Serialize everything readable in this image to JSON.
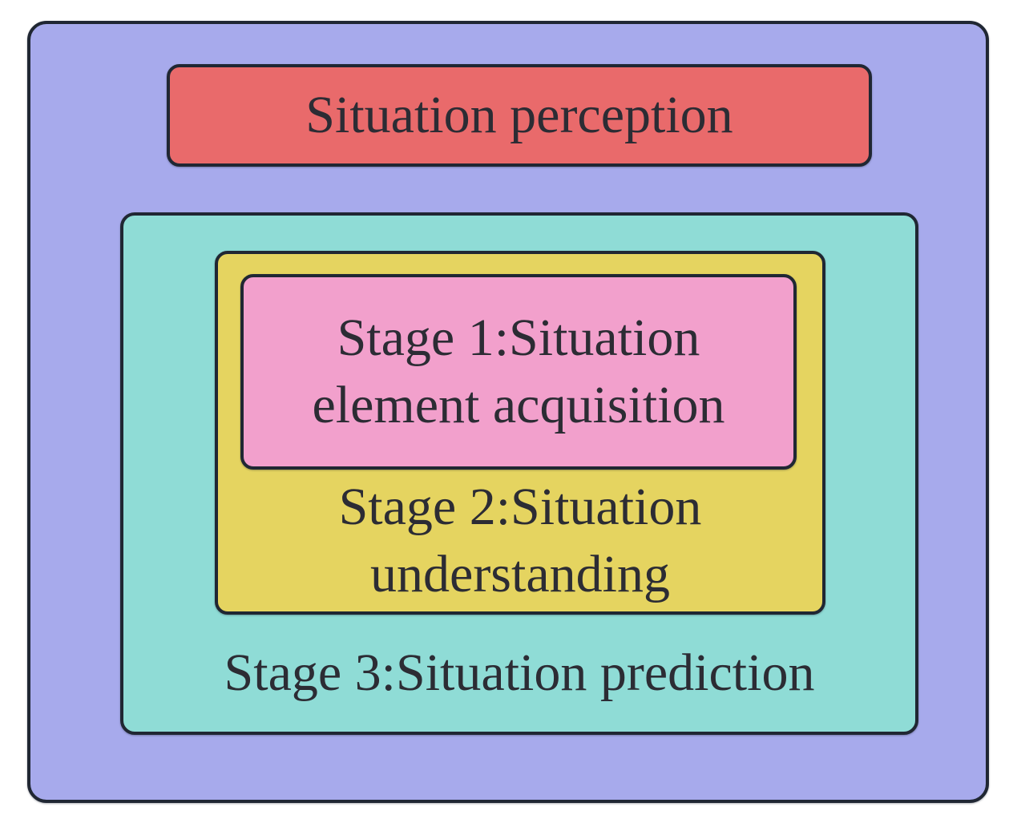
{
  "style": {
    "border_color": "#202733",
    "text_color": "#2c2c34",
    "canvas_background": "#ffffff"
  },
  "diagram": {
    "outer": {
      "color": "#a7aaec"
    },
    "perception": {
      "label": "Situation perception",
      "color": "#e96a6b"
    },
    "stage1": {
      "line1": "Stage 1:Situation",
      "line2": "element acquisition",
      "color": "#f2a0cc"
    },
    "stage2": {
      "line1": "Stage 2:Situation",
      "line2": "understanding",
      "color": "#e5d460"
    },
    "stage3": {
      "label": "Stage 3:Situation prediction",
      "color": "#8fdcd6"
    }
  }
}
